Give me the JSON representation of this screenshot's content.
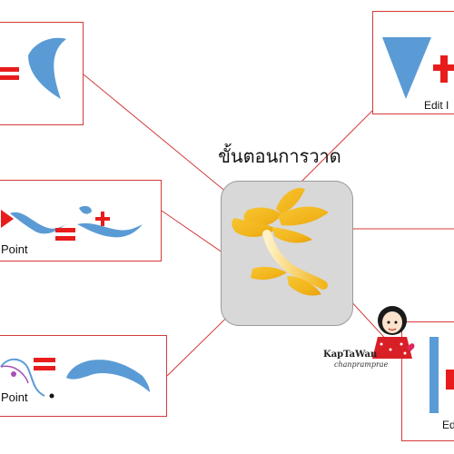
{
  "title": "ขั้นตอนการวาด",
  "panels": {
    "top_left": {
      "label": ""
    },
    "middle_left": {
      "label": "Point"
    },
    "bottom_left": {
      "label": "Point"
    },
    "top_right": {
      "label": "Edit I"
    },
    "bottom_right": {
      "label": "Ed"
    }
  },
  "logo": {
    "name": "KapTaWan",
    "sub": "chanpramprae"
  },
  "colors": {
    "frame": "#d43a3a",
    "shape_blue": "#5b9bd5",
    "equals_red": "#e81c1c",
    "center_bg": "#d8d8d8",
    "flower_gold": "#f2b51c"
  }
}
